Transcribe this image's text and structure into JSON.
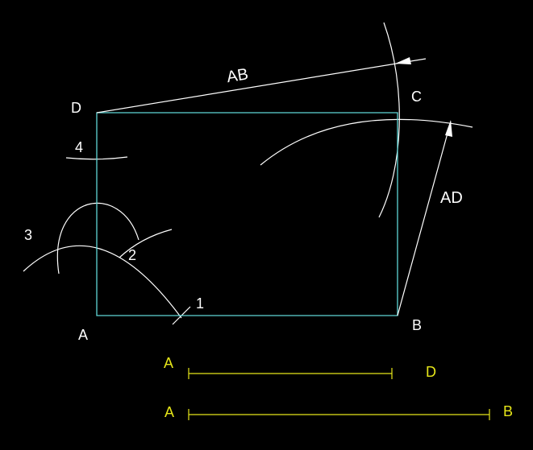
{
  "colors": {
    "background": "#000000",
    "construction": "#ffffff",
    "rectangle": "#5fd7d7",
    "given_segments": "#e6e619",
    "label": "#ffffff",
    "segment_label": "#e6e619"
  },
  "vertices": {
    "a": "A",
    "b": "B",
    "c": "C",
    "d": "D"
  },
  "arc_marks": {
    "m1": "1",
    "m2": "2",
    "m3": "3",
    "m4": "4"
  },
  "dimension_labels": {
    "ab": "AB",
    "ad": "AD"
  },
  "given_segments": {
    "ad": {
      "start": "A",
      "end": "D"
    },
    "ab": {
      "start": "A",
      "end": "B"
    }
  }
}
